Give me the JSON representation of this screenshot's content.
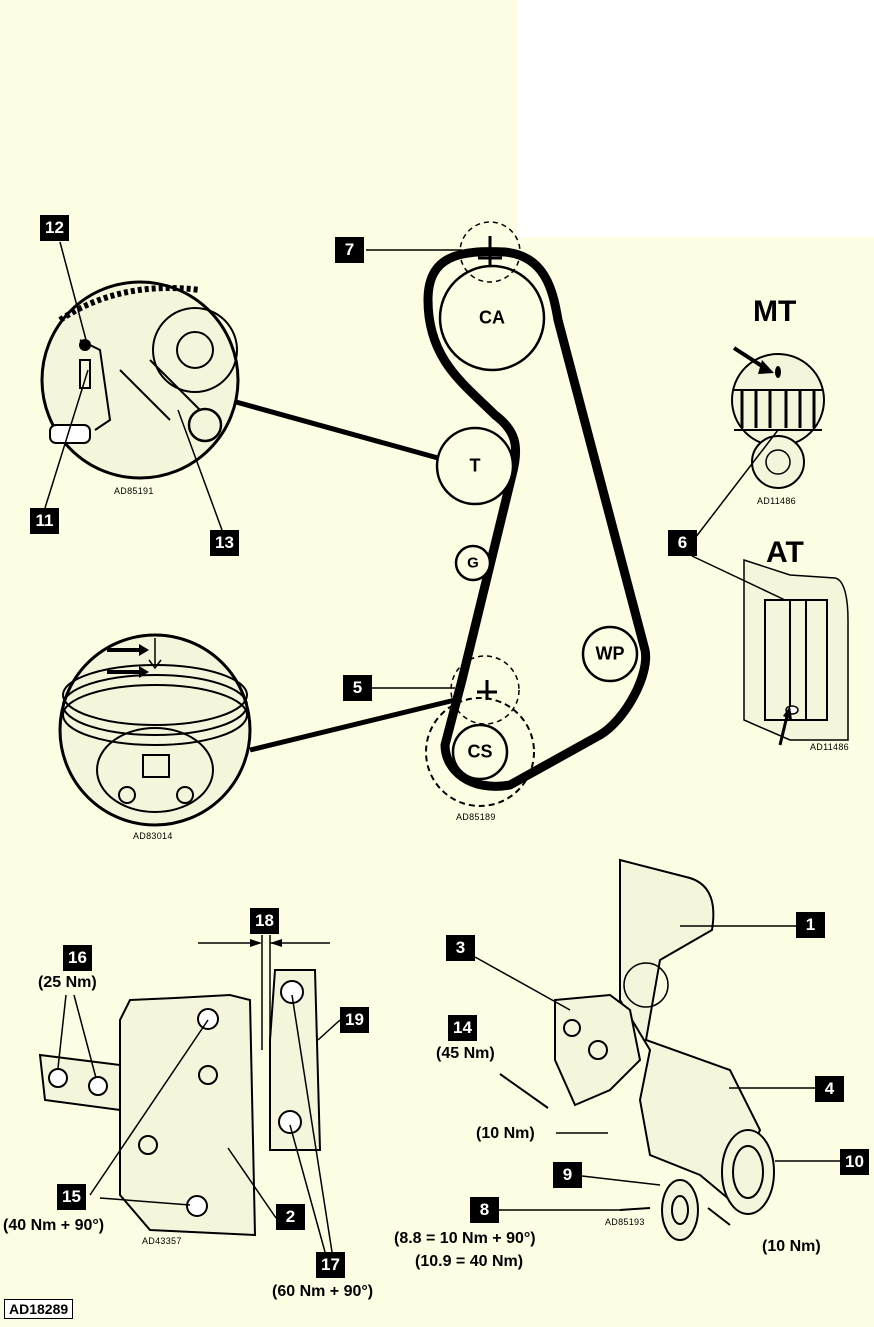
{
  "callouts": {
    "c1": "1",
    "c2": "2",
    "c3": "3",
    "c4": "4",
    "c5": "5",
    "c6": "6",
    "c7": "7",
    "c8": "8",
    "c9": "9",
    "c10": "10",
    "c11": "11",
    "c12": "12",
    "c13": "13",
    "c14": "14",
    "c15": "15",
    "c16": "16",
    "c17": "17",
    "c18": "18",
    "c19": "19"
  },
  "pulleys": {
    "camshaft": "CA",
    "tensioner": "T",
    "guide": "G",
    "water_pump": "WP",
    "crankshaft": "CS"
  },
  "transmission_labels": {
    "manual": "MT",
    "automatic": "AT"
  },
  "torques": {
    "t16": "(25 Nm)",
    "t14": "(45 Nm)",
    "t_cover_bolt": "(10 Nm)",
    "t15": "(40 Nm + 90°)",
    "t8_a": "(8.8 = 10 Nm + 90°)",
    "t8_b": "(10.9 = 40 Nm)",
    "t10": "(10 Nm)",
    "t17": "(60 Nm + 90°)"
  },
  "refs": {
    "tensioner_detail": "AD85191",
    "mt_detail": "AD11486",
    "at_detail": "AD11486",
    "crank_detail": "AD83014",
    "belt_layout": "AD85189",
    "bracket_detail": "AD43357",
    "cover_detail": "AD85193"
  },
  "figure_id": "AD18289",
  "colors": {
    "background": "#fdfde3",
    "ink": "#000000"
  }
}
